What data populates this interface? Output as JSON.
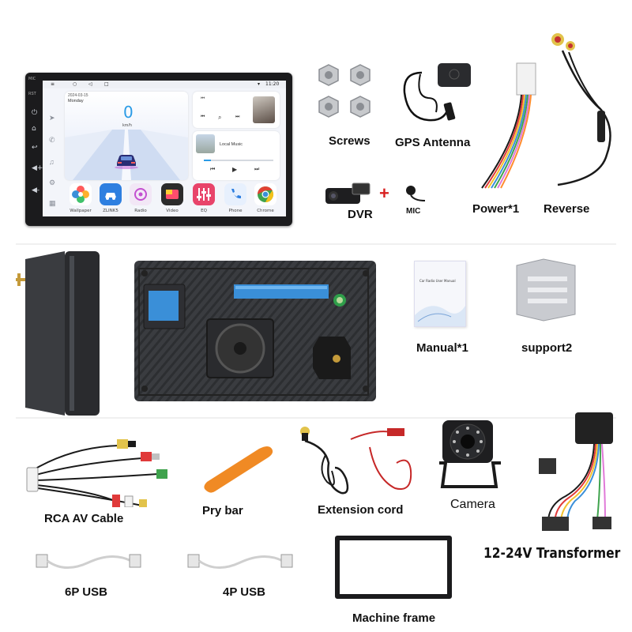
{
  "head_unit": {
    "side_mic": "MIC",
    "side_rst": "RST",
    "status_time": "11:20",
    "date": "2024-03-15",
    "weekday": "Monday",
    "speed_value": "0",
    "speed_unit": "km/h",
    "music_title": "Local Music",
    "apps": [
      {
        "label": "Wallpaper",
        "icon": "flower-icon"
      },
      {
        "label": "ZLINK5",
        "icon": "car-link-icon"
      },
      {
        "label": "Radio",
        "icon": "radio-icon"
      },
      {
        "label": "Video",
        "icon": "video-icon"
      },
      {
        "label": "EQ",
        "icon": "equalizer-icon"
      },
      {
        "label": "Phone",
        "icon": "phone-icon"
      },
      {
        "label": "Chrome",
        "icon": "chrome-icon"
      }
    ]
  },
  "items": {
    "screws": "Screws",
    "gps": "GPS Antenna",
    "dvr": "DVR",
    "plus": "+",
    "mic": "MIC",
    "power": "Power*1",
    "reverse": "Reverse",
    "manual": "Manual*1",
    "manual_cover": "Car Radio User Manual",
    "support": "support2",
    "rca": "RCA AV Cable",
    "prybar": "Pry bar",
    "extension": "Extension cord",
    "camera": "Camera",
    "transformer": "12-24V Transformer",
    "usb6": "6P USB",
    "usb4": "4P USB",
    "frame": "Machine frame"
  },
  "colors": {
    "separator": "#eeeeee",
    "pry_bar": "#f08a24",
    "unit_body": "#1b1b1d",
    "chassis": "#3a3c40",
    "connector_blue": "#3a8fd8"
  }
}
